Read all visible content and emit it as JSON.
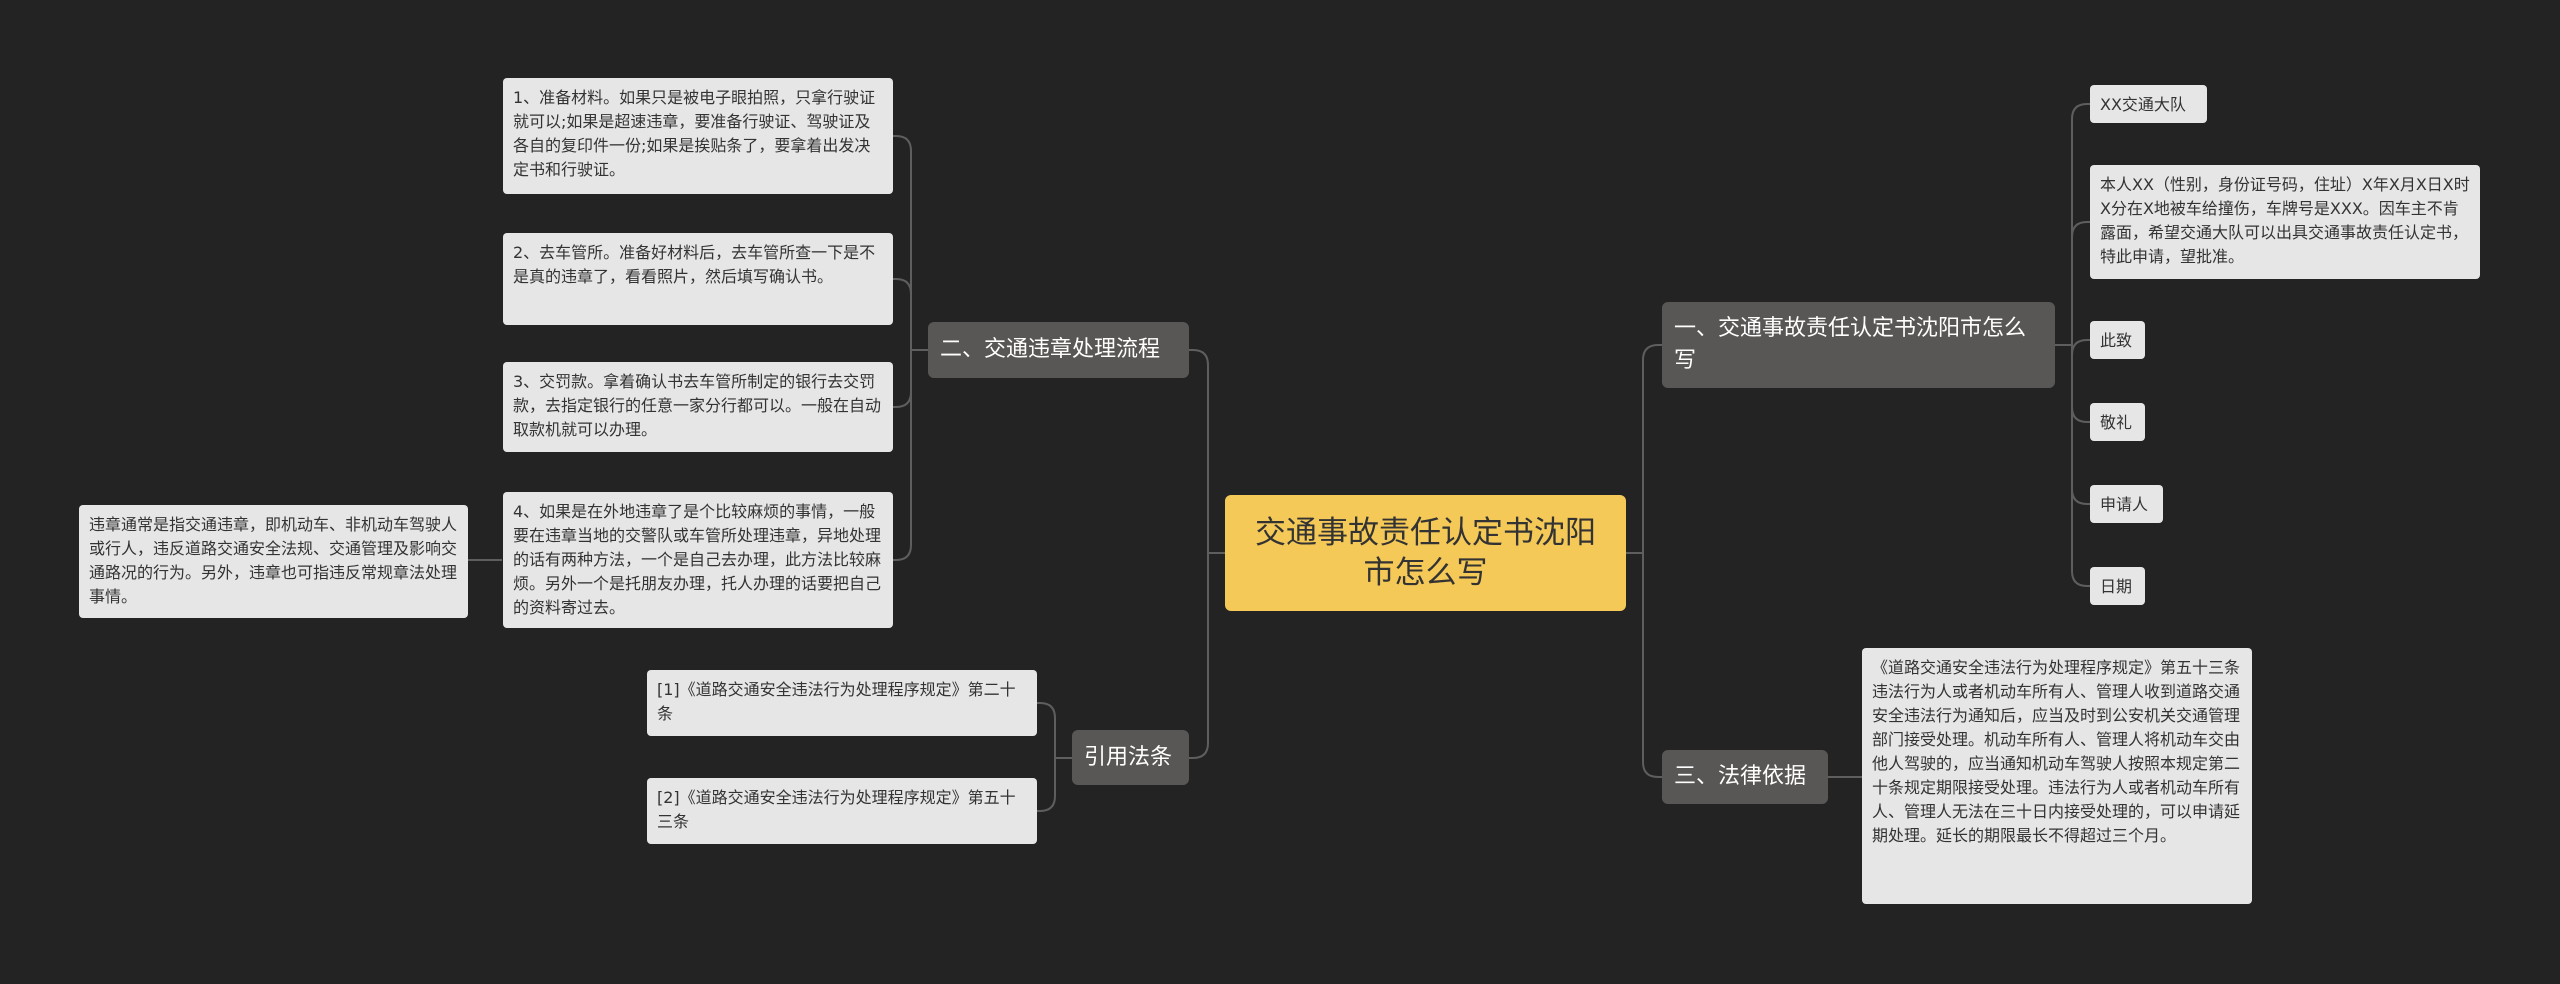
{
  "root": {
    "label": "交通事故责任认定书沈阳市怎么写"
  },
  "branches": {
    "b1": {
      "label": "一、交通事故责任认定书沈阳市怎么写",
      "items": [
        "XX交通大队",
        "本人XX（性别，身份证号码，住址）X年X月X日X时X分在X地被车给撞伤，车牌号是XXX。因车主不肯露面，希望交通大队可以出具交通事故责任认定书，特此申请，望批准。",
        "此致",
        "敬礼",
        "申请人",
        "日期"
      ]
    },
    "b2": {
      "label": "二、交通违章处理流程",
      "items": [
        "1、准备材料。如果只是被电子眼拍照，只拿行驶证就可以;如果是超速违章，要准备行驶证、驾驶证及各自的复印件一份;如果是挨贴条了，要拿着出发决定书和行驶证。",
        "2、去车管所。准备好材料后，去车管所查一下是不是真的违章了，看看照片，然后填写确认书。",
        "3、交罚款。拿着确认书去车管所制定的银行去交罚款，去指定银行的任意一家分行都可以。一般在自动取款机就可以办理。",
        "4、如果是在外地违章了是个比较麻烦的事情，一般要在违章当地的交警队或车管所处理违章，异地处理的话有两种方法，一个是自己去办理，此方法比较麻烦。另外一个是托朋友办理，托人办理的话要把自己的资料寄过去。"
      ],
      "note": "违章通常是指交通违章，即机动车、非机动车驾驶人或行人，违反道路交通安全法规、交通管理及影响交通路况的行为。另外，违章也可指违反常规章法处理事情。"
    },
    "b3": {
      "label": "三、法律依据",
      "items": [
        "《道路交通安全违法行为处理程序规定》第五十三条 违法行为人或者机动车所有人、管理人收到道路交通安全违法行为通知后，应当及时到公安机关交通管理部门接受处理。机动车所有人、管理人将机动车交由他人驾驶的，应当通知机动车驾驶人按照本规定第二十条规定期限接受处理。违法行为人或者机动车所有人、管理人无法在三十日内接受处理的，可以申请延期处理。延长的期限最长不得超过三个月。"
      ]
    },
    "b4": {
      "label": "引用法条",
      "items": [
        "[1]《道路交通安全违法行为处理程序规定》第二十条",
        "[2]《道路交通安全违法行为处理程序规定》第五十三条"
      ]
    }
  },
  "colors": {
    "background": "#232323",
    "root": "#f4c958",
    "branch": "#595756",
    "leaf": "#e6e6e6",
    "connector": "#5e5e5e"
  }
}
